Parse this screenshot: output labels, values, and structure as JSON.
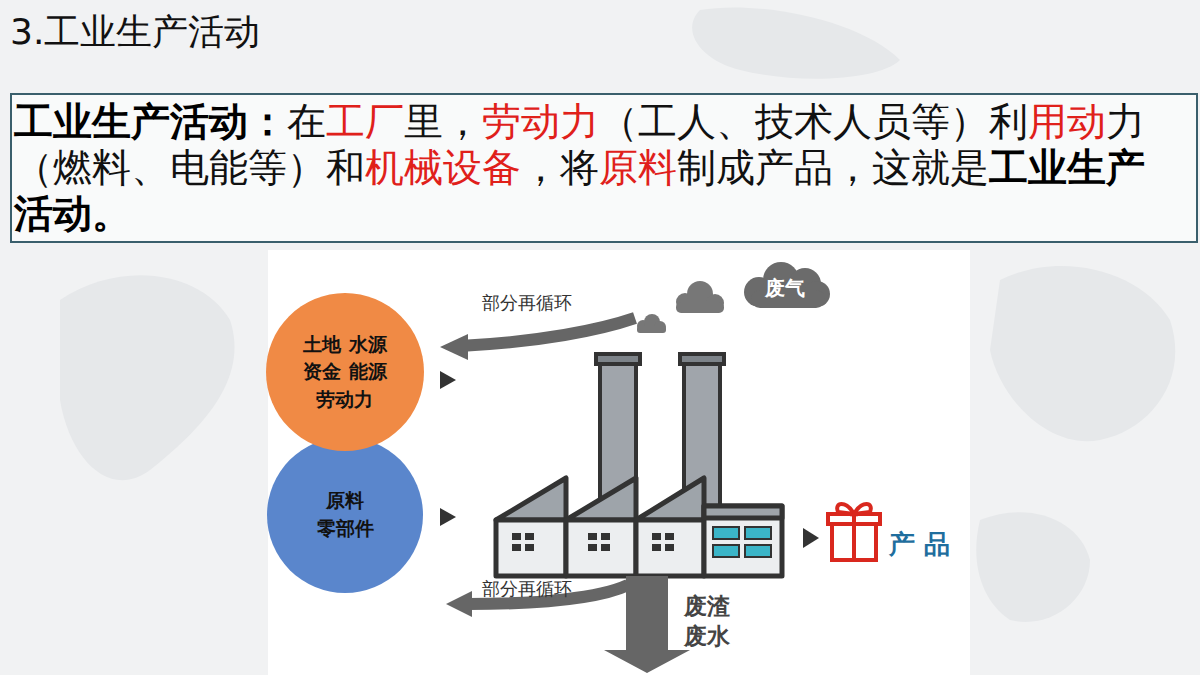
{
  "diagram": {
    "title": "3.工业生产活动",
    "nodes": [
      {
        "text": [
          "工业生产活动：在工厂里，劳动力（工人、技术人员等）利用动力（燃料、电能等）和机械设备，将原料制成产品，这就是工业生产活动。"
        ]
      },
      {
        "text": [
          "土地 水源 资金 能源 劳动力"
        ]
      },
      {
        "text": [
          "原料 零部件"
        ]
      },
      {
        "text": [
          "废气"
        ]
      }
    ],
    "labels": [
      "部分再循环",
      "部分再循环",
      "废渣 废水",
      "产 品"
    ]
  }
}
